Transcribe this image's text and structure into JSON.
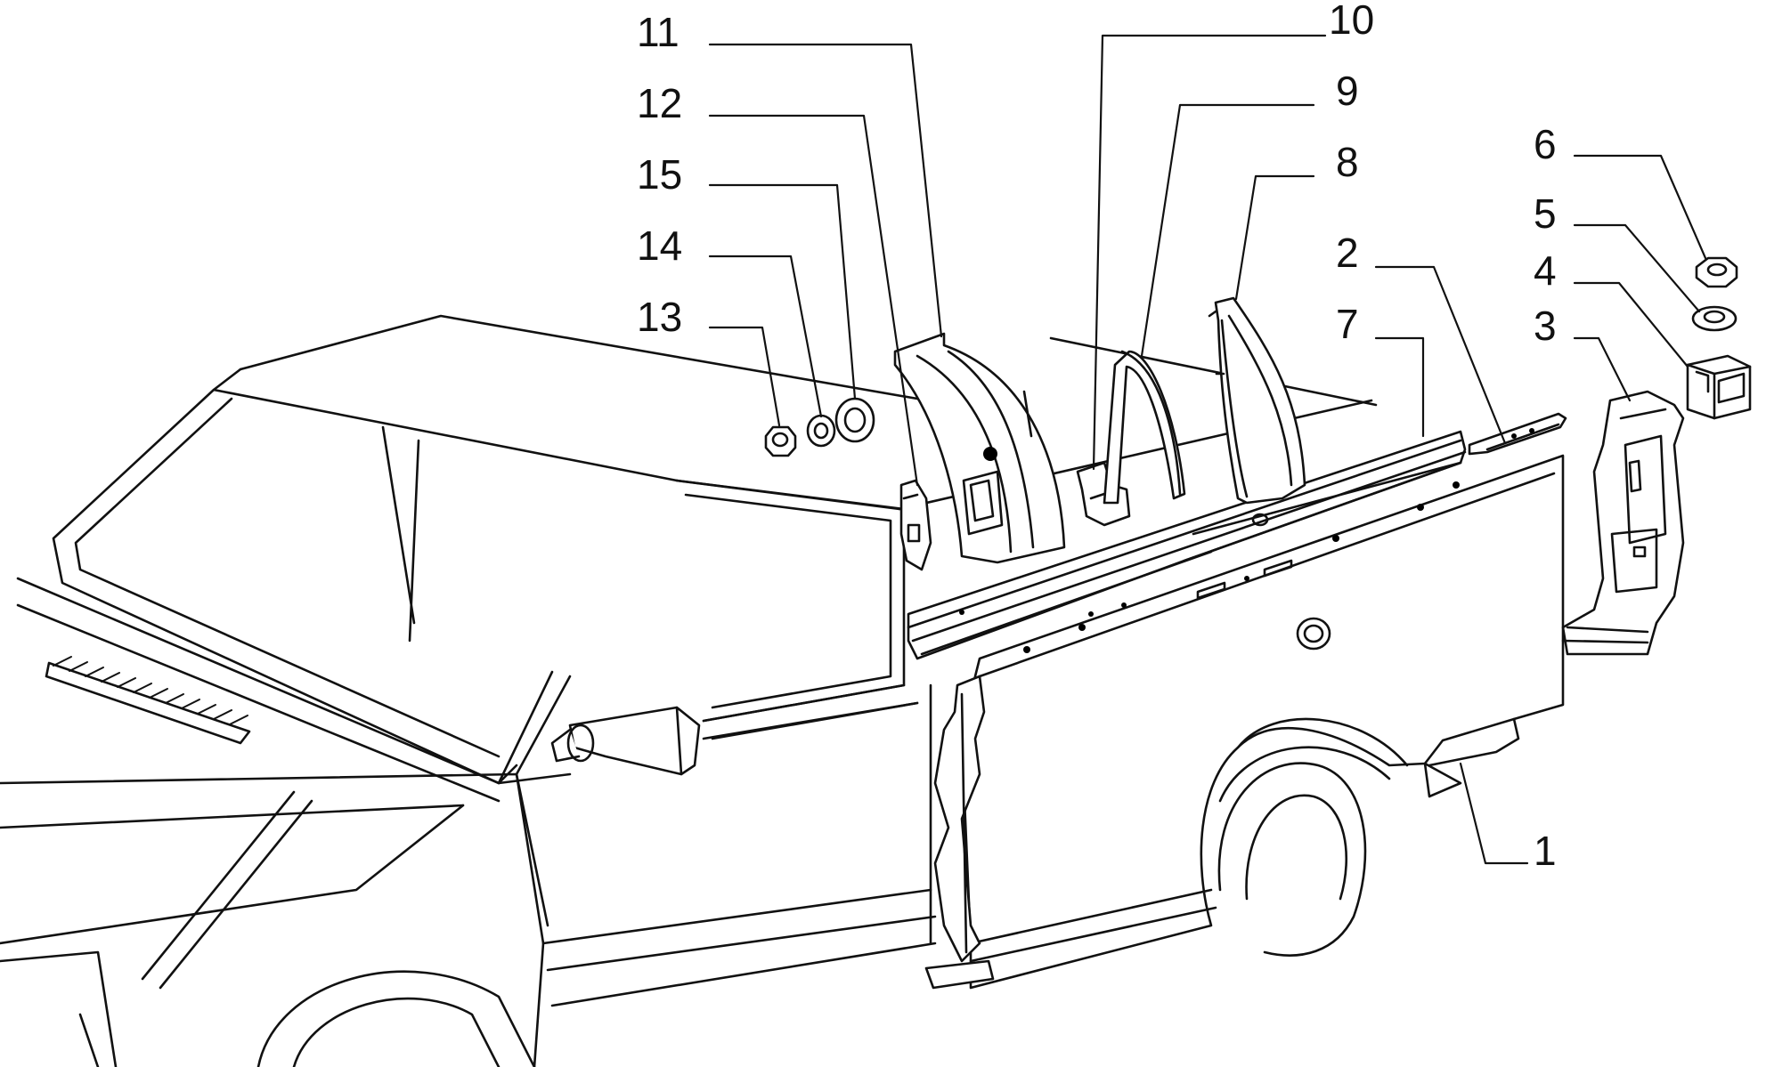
{
  "callouts": [
    {
      "id": "11",
      "label": "11",
      "part": "pillar-panel"
    },
    {
      "id": "12",
      "label": "12",
      "part": "pillar-bracket"
    },
    {
      "id": "15",
      "label": "15",
      "part": "large-grommet"
    },
    {
      "id": "14",
      "label": "14",
      "part": "washer-small"
    },
    {
      "id": "13",
      "label": "13",
      "part": "nut-small"
    },
    {
      "id": "10",
      "label": "10",
      "part": "small-bracket"
    },
    {
      "id": "9",
      "label": "9",
      "part": "seal-strip"
    },
    {
      "id": "8",
      "label": "8",
      "part": "quarter-cover"
    },
    {
      "id": "2",
      "label": "2",
      "part": "rear-extension-strip"
    },
    {
      "id": "7",
      "label": "7",
      "part": "upper-rail"
    },
    {
      "id": "6",
      "label": "6",
      "part": "nut"
    },
    {
      "id": "5",
      "label": "5",
      "part": "washer"
    },
    {
      "id": "4",
      "label": "4",
      "part": "clip-block"
    },
    {
      "id": "3",
      "label": "3",
      "part": "rear-corner-bracket"
    },
    {
      "id": "1",
      "label": "1",
      "part": "side-panel"
    }
  ],
  "colors": {
    "ink": "#111111",
    "background": "#ffffff"
  }
}
